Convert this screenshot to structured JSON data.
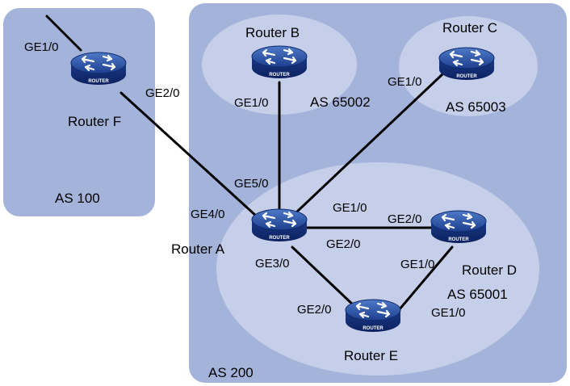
{
  "areas": {
    "as100": "AS 100",
    "as200": "AS 200",
    "as65001": "AS 65001",
    "as65002": "AS 65002",
    "as65003": "AS 65003"
  },
  "routers": {
    "a": {
      "name": "Router A",
      "badge": "ROUTER"
    },
    "b": {
      "name": "Router B",
      "badge": "ROUTER"
    },
    "c": {
      "name": "Router C",
      "badge": "ROUTER"
    },
    "d": {
      "name": "Router D",
      "badge": "ROUTER"
    },
    "e": {
      "name": "Router E",
      "badge": "ROUTER"
    },
    "f": {
      "name": "Router F",
      "badge": "ROUTER"
    }
  },
  "interfaces": {
    "f_up": "GE1/0",
    "f_to_a": "GE2/0",
    "b_down": "GE1/0",
    "c_down": "GE1/0",
    "a_to_b": "GE5/0",
    "a_to_f": "GE4/0",
    "a_to_c": "GE1/0",
    "a_to_d": "GE2/0",
    "a_to_e": "GE3/0",
    "d_to_a": "GE2/0",
    "d_to_e": "GE1/0",
    "e_to_a": "GE2/0",
    "e_to_d": "GE1/0"
  },
  "colors": {
    "as_outer": "#a3b3d9",
    "as_inner": "#c6cfea",
    "router_body": "#1f3f8f"
  }
}
